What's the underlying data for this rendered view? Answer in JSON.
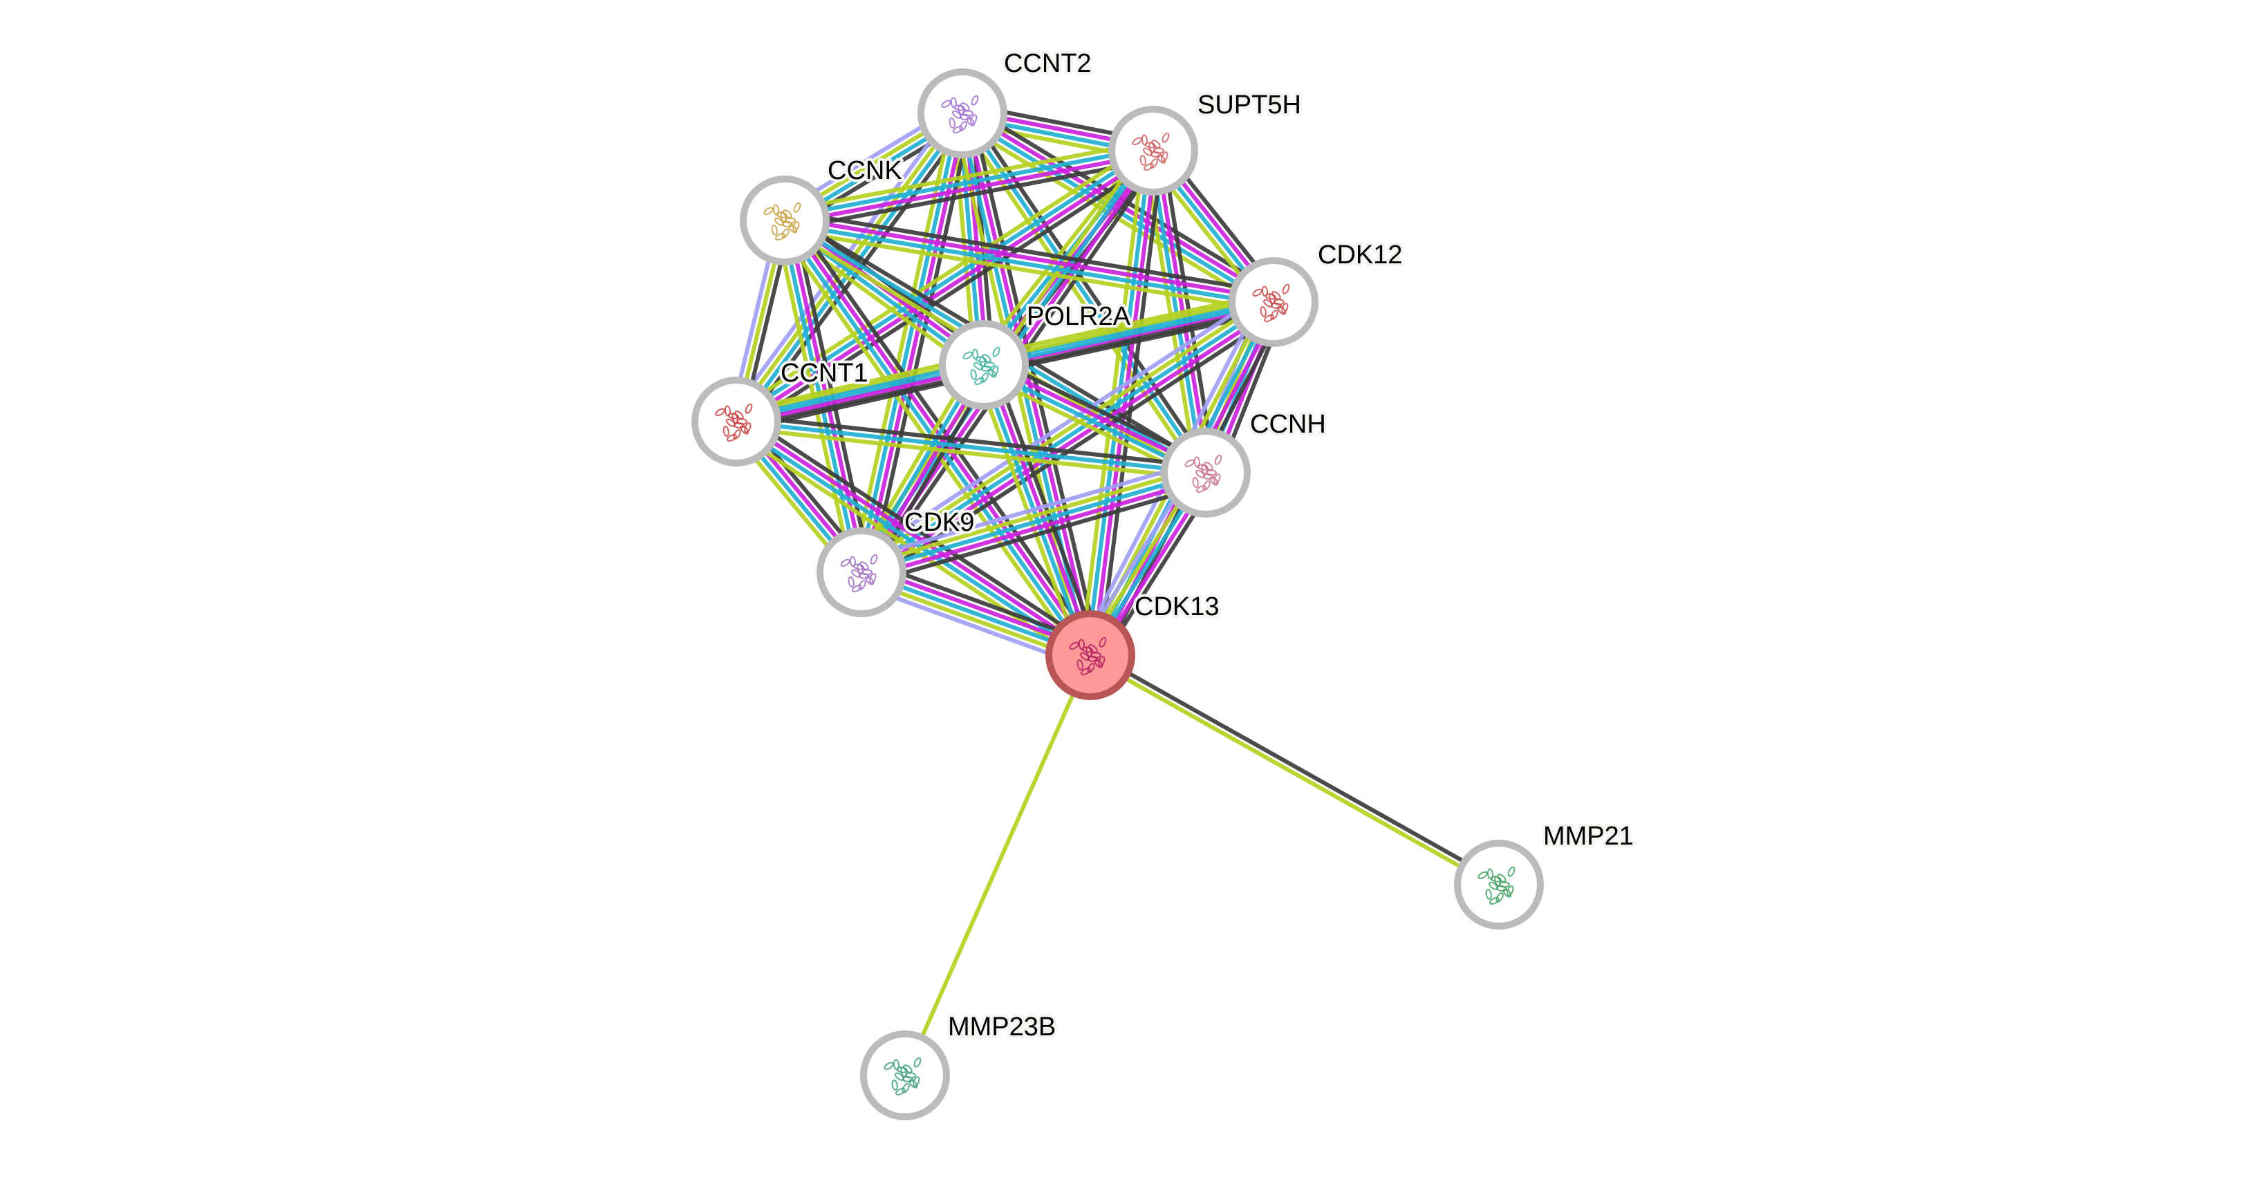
{
  "network": {
    "query_protein": "CDK13",
    "colors": {
      "textmining": "#b5d020",
      "coexpression": "#3c3c3c",
      "experiments": "#cc22dd",
      "databases": "#22b0d2",
      "homology": "#a0a0f5",
      "node_ring": "#bbbbbb",
      "query_fill": "#ff9898",
      "query_ring": "#b85555"
    },
    "nodes": [
      {
        "id": "CCNT2",
        "label": "CCNT2",
        "mol": "#a070d0"
      },
      {
        "id": "SUPT5H",
        "label": "SUPT5H",
        "mol": "#d06060"
      },
      {
        "id": "CCNK",
        "label": "CCNK",
        "mol": "#c8a040"
      },
      {
        "id": "CDK12",
        "label": "CDK12",
        "mol": "#c84848"
      },
      {
        "id": "POLR2A",
        "label": "POLR2A",
        "mol": "#40b0a0"
      },
      {
        "id": "CCNT1",
        "label": "CCNT1",
        "mol": "#c84040"
      },
      {
        "id": "CCNH",
        "label": "CCNH",
        "mol": "#c87090"
      },
      {
        "id": "CDK9",
        "label": "CDK9",
        "mol": "#a070c0"
      },
      {
        "id": "CDK13",
        "label": "CDK13",
        "mol": "#b02060",
        "query": true
      },
      {
        "id": "MMP21",
        "label": "MMP21",
        "mol": "#40a060"
      },
      {
        "id": "MMP23B",
        "label": "MMP23B",
        "mol": "#40a080"
      }
    ],
    "edges": [
      {
        "a": "CCNT2",
        "b": "SUPT5H",
        "ev": [
          "coexpression",
          "experiments",
          "databases",
          "textmining"
        ]
      },
      {
        "a": "CCNT2",
        "b": "CCNK",
        "ev": [
          "coexpression",
          "databases",
          "textmining",
          "homology"
        ]
      },
      {
        "a": "CCNT2",
        "b": "CDK12",
        "ev": [
          "coexpression",
          "experiments",
          "databases",
          "textmining"
        ]
      },
      {
        "a": "CCNT2",
        "b": "POLR2A",
        "ev": [
          "coexpression",
          "experiments",
          "databases",
          "textmining"
        ]
      },
      {
        "a": "CCNT2",
        "b": "CCNT1",
        "ev": [
          "coexpression",
          "databases",
          "textmining",
          "homology"
        ]
      },
      {
        "a": "CCNT2",
        "b": "CCNH",
        "ev": [
          "coexpression",
          "databases",
          "textmining"
        ]
      },
      {
        "a": "CCNT2",
        "b": "CDK9",
        "ev": [
          "coexpression",
          "experiments",
          "databases",
          "textmining"
        ]
      },
      {
        "a": "CCNT2",
        "b": "CDK13",
        "ev": [
          "coexpression",
          "experiments",
          "databases",
          "textmining"
        ]
      },
      {
        "a": "SUPT5H",
        "b": "CCNK",
        "ev": [
          "coexpression",
          "experiments",
          "databases",
          "textmining"
        ]
      },
      {
        "a": "SUPT5H",
        "b": "CDK12",
        "ev": [
          "coexpression",
          "experiments",
          "databases",
          "textmining"
        ]
      },
      {
        "a": "SUPT5H",
        "b": "POLR2A",
        "ev": [
          "coexpression",
          "experiments",
          "databases",
          "textmining"
        ]
      },
      {
        "a": "SUPT5H",
        "b": "CCNT1",
        "ev": [
          "coexpression",
          "experiments",
          "databases",
          "textmining"
        ]
      },
      {
        "a": "SUPT5H",
        "b": "CCNH",
        "ev": [
          "coexpression",
          "experiments",
          "databases",
          "textmining"
        ]
      },
      {
        "a": "SUPT5H",
        "b": "CDK9",
        "ev": [
          "coexpression",
          "experiments",
          "databases",
          "textmining"
        ]
      },
      {
        "a": "SUPT5H",
        "b": "CDK13",
        "ev": [
          "coexpression",
          "experiments",
          "databases",
          "textmining"
        ]
      },
      {
        "a": "CCNK",
        "b": "CDK12",
        "ev": [
          "coexpression",
          "experiments",
          "databases",
          "textmining"
        ]
      },
      {
        "a": "CCNK",
        "b": "POLR2A",
        "ev": [
          "coexpression",
          "experiments",
          "databases",
          "textmining"
        ]
      },
      {
        "a": "CCNK",
        "b": "CCNT1",
        "ev": [
          "coexpression",
          "textmining",
          "homology"
        ]
      },
      {
        "a": "CCNK",
        "b": "CCNH",
        "ev": [
          "coexpression",
          "databases",
          "textmining"
        ]
      },
      {
        "a": "CCNK",
        "b": "CDK9",
        "ev": [
          "coexpression",
          "experiments",
          "databases",
          "textmining"
        ]
      },
      {
        "a": "CCNK",
        "b": "CDK13",
        "ev": [
          "coexpression",
          "experiments",
          "databases",
          "textmining"
        ]
      },
      {
        "a": "CDK12",
        "b": "POLR2A",
        "ev": [
          "coexpression",
          "experiments",
          "databases",
          "textmining"
        ]
      },
      {
        "a": "CDK12",
        "b": "CCNT1",
        "ev": [
          "coexpression",
          "databases",
          "textmining"
        ]
      },
      {
        "a": "CDK12",
        "b": "CCNH",
        "ev": [
          "coexpression",
          "experiments",
          "databases",
          "textmining",
          "homology"
        ]
      },
      {
        "a": "CDK12",
        "b": "CDK9",
        "ev": [
          "coexpression",
          "experiments",
          "databases",
          "textmining",
          "homology"
        ]
      },
      {
        "a": "CDK12",
        "b": "CDK13",
        "ev": [
          "coexpression",
          "experiments",
          "databases",
          "textmining",
          "homology"
        ]
      },
      {
        "a": "POLR2A",
        "b": "CCNT1",
        "ev": [
          "coexpression",
          "experiments",
          "databases",
          "textmining"
        ]
      },
      {
        "a": "POLR2A",
        "b": "CCNH",
        "ev": [
          "coexpression",
          "experiments",
          "databases",
          "textmining"
        ]
      },
      {
        "a": "POLR2A",
        "b": "CDK9",
        "ev": [
          "coexpression",
          "experiments",
          "databases",
          "textmining"
        ]
      },
      {
        "a": "POLR2A",
        "b": "CDK13",
        "ev": [
          "coexpression",
          "experiments",
          "databases",
          "textmining"
        ]
      },
      {
        "a": "CCNT1",
        "b": "CCNH",
        "ev": [
          "coexpression",
          "databases",
          "textmining"
        ]
      },
      {
        "a": "CCNT1",
        "b": "CDK9",
        "ev": [
          "coexpression",
          "experiments",
          "databases",
          "textmining"
        ]
      },
      {
        "a": "CCNT1",
        "b": "CDK13",
        "ev": [
          "coexpression",
          "experiments",
          "databases",
          "textmining"
        ]
      },
      {
        "a": "CCNH",
        "b": "CDK9",
        "ev": [
          "coexpression",
          "experiments",
          "databases",
          "textmining",
          "homology"
        ]
      },
      {
        "a": "CCNH",
        "b": "CDK13",
        "ev": [
          "coexpression",
          "experiments",
          "databases",
          "textmining",
          "homology"
        ]
      },
      {
        "a": "CDK9",
        "b": "CDK13",
        "ev": [
          "coexpression",
          "experiments",
          "databases",
          "textmining",
          "homology"
        ]
      },
      {
        "a": "CDK13",
        "b": "MMP21",
        "ev": [
          "coexpression",
          "textmining"
        ]
      },
      {
        "a": "CDK13",
        "b": "MMP23B",
        "ev": [
          "textmining"
        ]
      }
    ]
  }
}
